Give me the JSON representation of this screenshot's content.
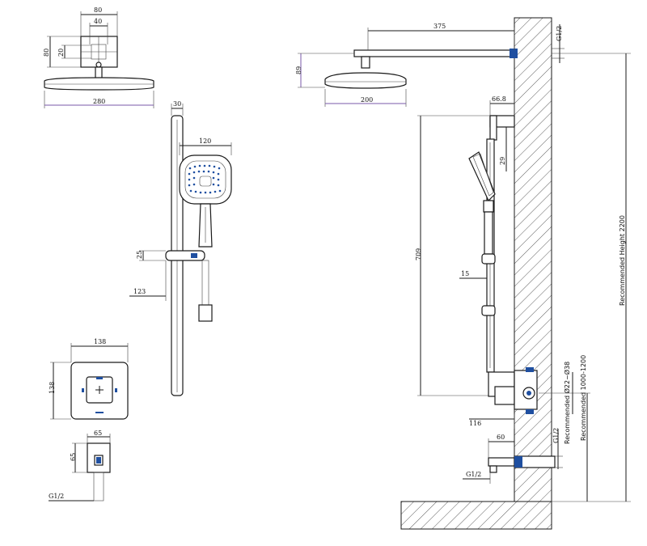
{
  "dimensions": {
    "top_view_width": "80",
    "top_view_inner": "40",
    "top_view_height": "80",
    "top_view_small": "20",
    "head_width_front": "280",
    "bar_width": "30",
    "handset_width": "120",
    "slider_height": "25",
    "slider_offset": "123",
    "plate_width": "138",
    "plate_height": "138",
    "outlet_width": "65",
    "outlet_height": "65",
    "outlet_thread": "G1/2",
    "arm_length": "375",
    "arm_thread": "G1/2",
    "head_height_side": "89",
    "head_width_side": "200",
    "bracket_projection": "66.8",
    "bracket_height": "29",
    "bar_length": "709",
    "bar_offset": "15",
    "valve_projection": "116",
    "spout_projection": "60",
    "spout_thread_top": "G1/2",
    "spout_thread_bottom": "G1/2",
    "recommended_height": "Recommended Height 2200",
    "pipe_dia": "Recommended Ø22~Ø38",
    "valve_height": "Recommended 1000-1200"
  },
  "colors": {
    "line": "#1a1a1a",
    "accent_blue": "#1f4fa0",
    "width_line": "#7a5aa8"
  }
}
